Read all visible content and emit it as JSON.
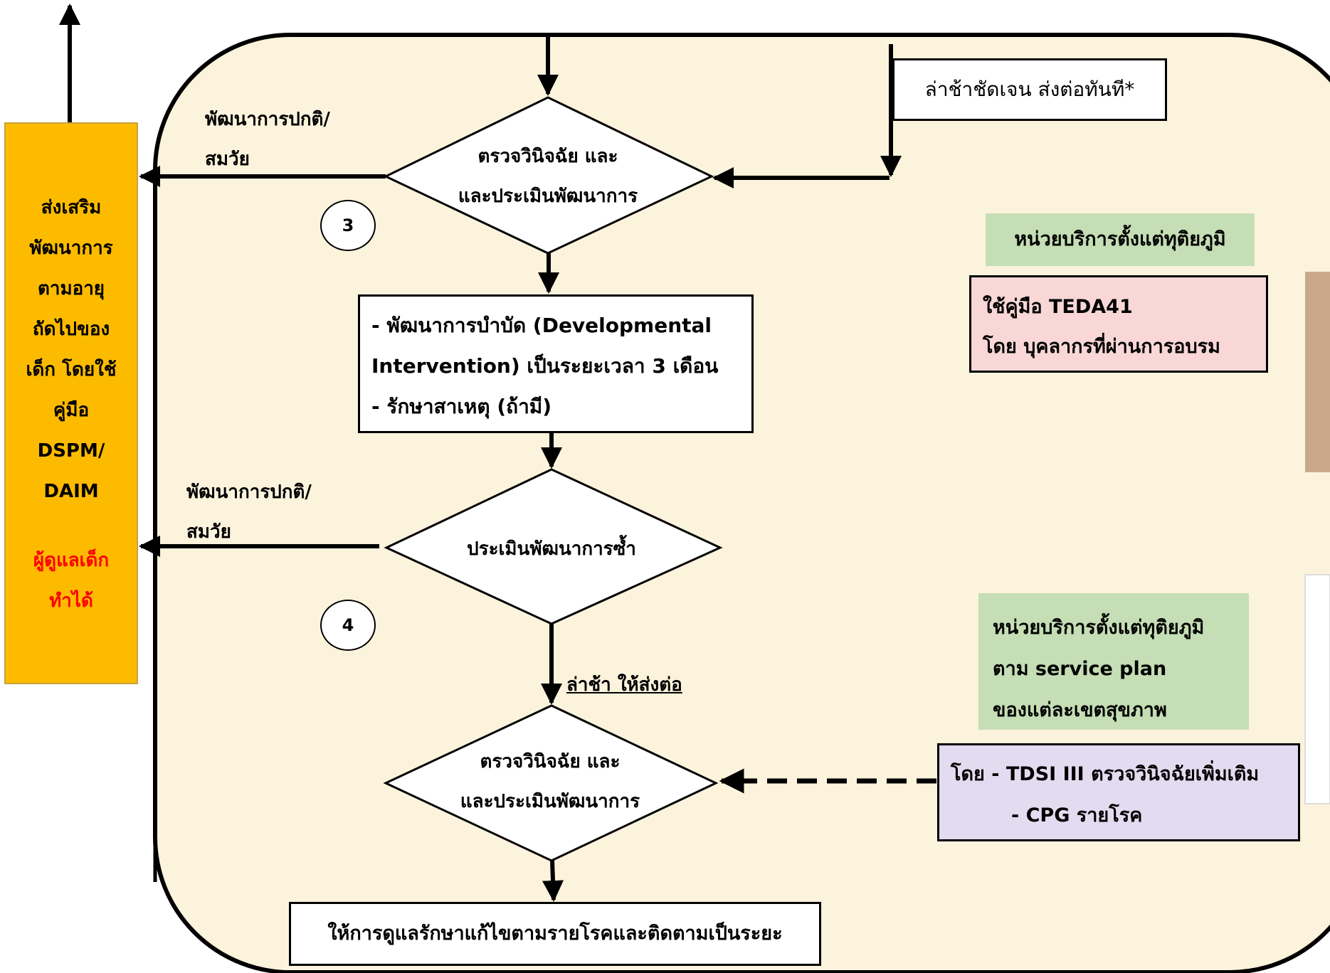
{
  "left_box": {
    "lines": [
      "ส่งเสริม",
      "พัฒนาการ",
      "ตามอายุ",
      "ถัดไปของ",
      "เด็ก โดยใช้",
      "คู่มือ",
      "DSPM/",
      "DAIM"
    ],
    "caregiver_lines": [
      "ผู้ดูแลเด็ก",
      "ทำได้"
    ]
  },
  "labels": {
    "normal_1_line1": "พัฒนาการปกติ/",
    "normal_1_line2": "สมวัย",
    "normal_2_line1": "พัฒนาการปกติ/",
    "normal_2_line2": "สมวัย",
    "delay_refer": "ล่าช้า ให้ส่งต่อ"
  },
  "circles": [
    "3",
    "4"
  ],
  "boxes": {
    "clear_delay": "ล่าช้าชัดเจน ส่งต่อทันที*",
    "intervention": [
      "- พัฒนาการบำบัด (Developmental",
      "Intervention) เป็นระยะเวลา 3 เดือน",
      "- รักษาสาเหตุ (ถ้ามี)"
    ],
    "final": "ให้การดูแลรักษาแก้ไขตามรายโรคและติดตามเป็นระยะ",
    "green_1": "หน่วยบริการตั้งแต่ทุติยภูมิ",
    "pink": [
      "ใช้คู่มือ TEDA41",
      "โดย บุคลากรที่ผ่านการอบรม"
    ],
    "green_2": [
      "หน่วยบริการตั้งแต่ทุติยภูมิ",
      "ตาม service plan",
      "ของแต่ละเขตสุขภาพ"
    ],
    "purple": [
      "โดย - TDSI III ตรวจวินิจฉัยเพิ่มเติม",
      "- CPG รายโรค"
    ]
  },
  "diamonds": {
    "d1": [
      "ตรวจวินิจฉัย และ",
      "และประเมินพัฒนาการ"
    ],
    "d2": [
      "ประเมินพัฒนาการซ้ำ"
    ],
    "d3": [
      "ตรวจวินิจฉัย และ",
      "และประเมินพัฒนาการ"
    ]
  },
  "colors": {
    "panel_bg": "#fcf3dc",
    "left_box_bg": "#fdbb00",
    "caregiver_text": "#ff0000",
    "green_bg": "#c5deb5",
    "pink_bg": "#f8d7d6",
    "purple_bg": "#e3dbf0"
  }
}
